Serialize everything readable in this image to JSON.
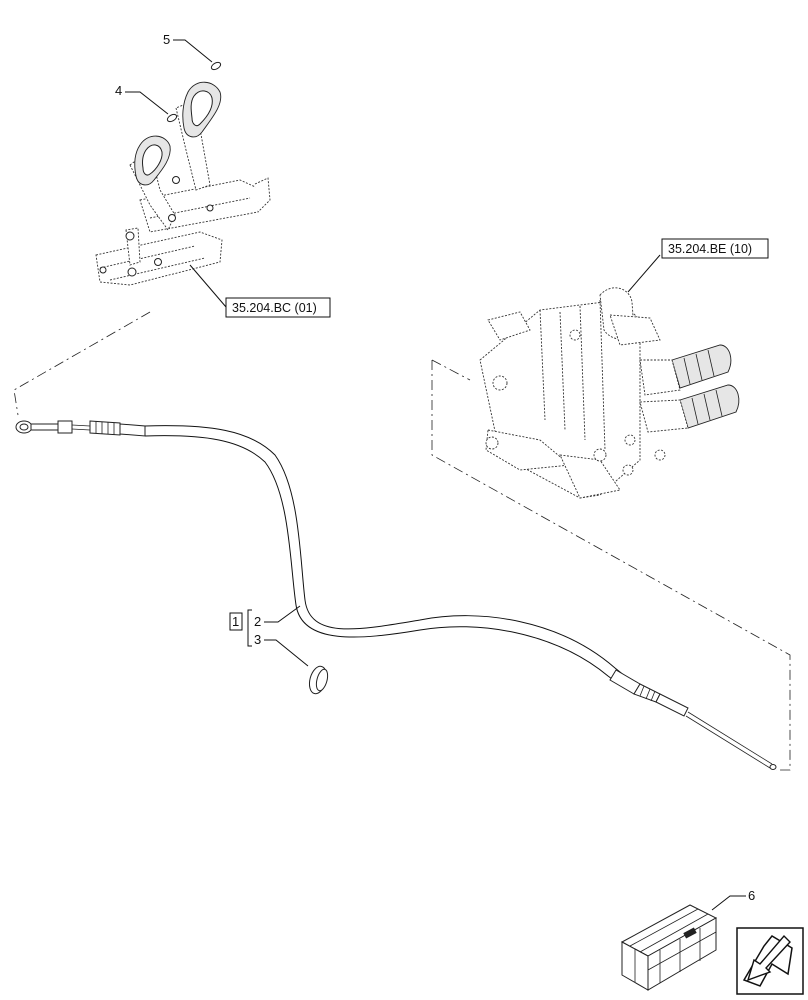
{
  "callouts": {
    "item_1": "1",
    "item_2": "2",
    "item_3": "3",
    "item_4": "4",
    "item_5": "5",
    "item_6": "6"
  },
  "references": {
    "pedal_ref": "35.204.BC (01)",
    "valve_ref": "35.204.BE (10)"
  },
  "icons": {
    "nav_arrow": "arrow-down-left-icon",
    "kit": "parts-crate-icon"
  }
}
